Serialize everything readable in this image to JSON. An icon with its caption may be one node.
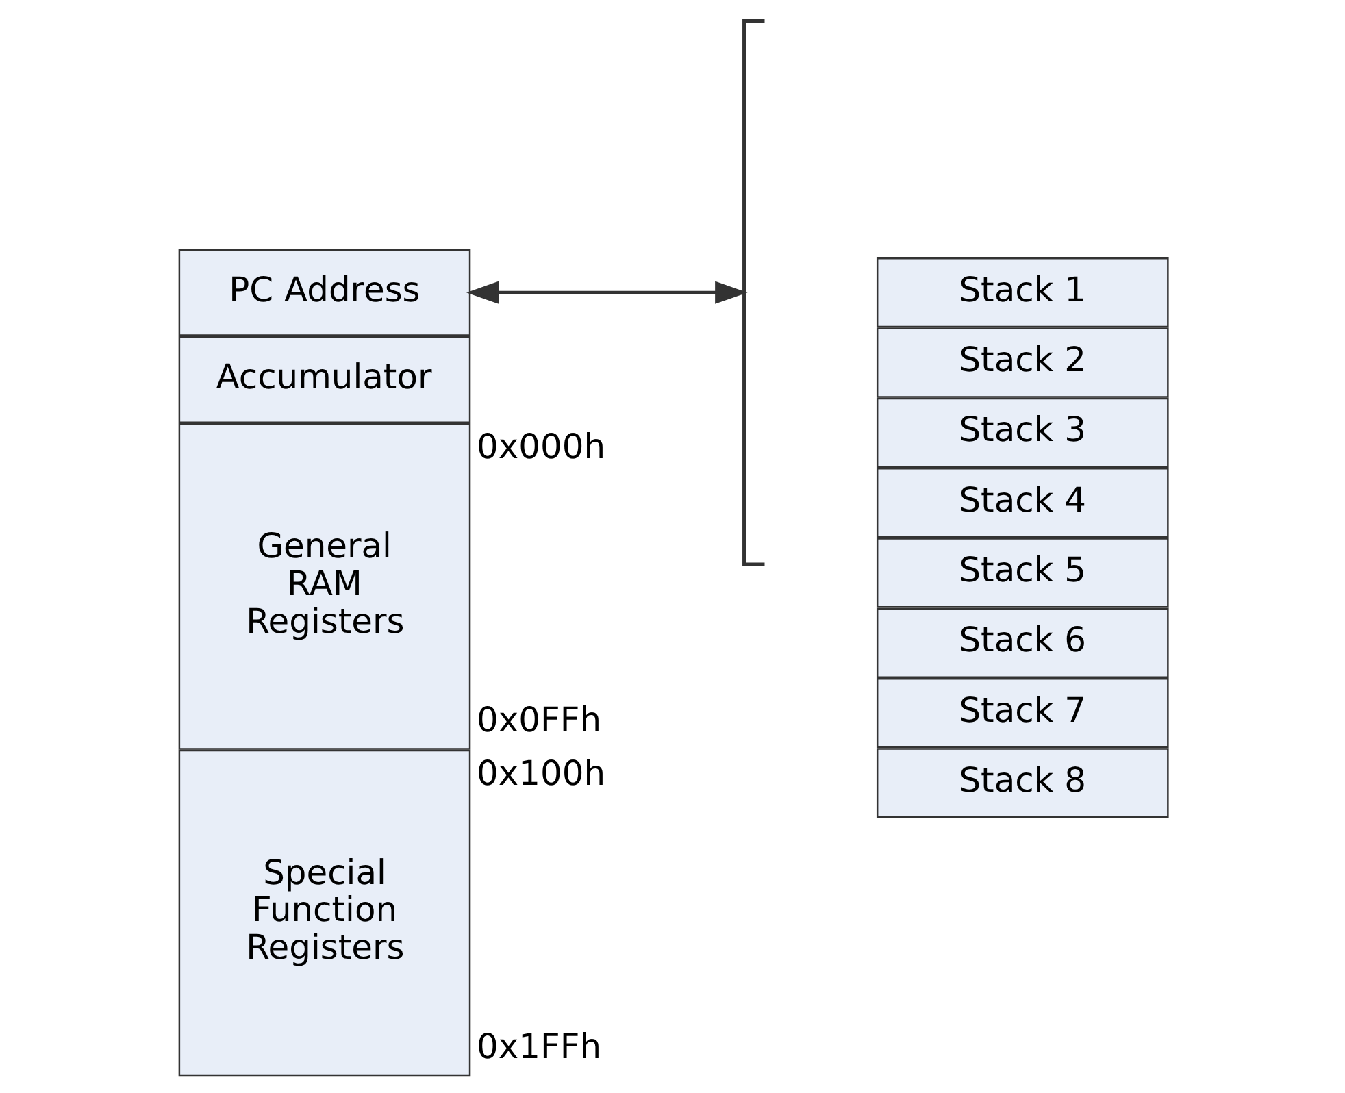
{
  "diagram": {
    "nodes": [
      {
        "text": [
          "PC Address"
        ]
      },
      {
        "text": [
          "Accumulator"
        ]
      },
      {
        "text": [
          "General RAM Registers"
        ],
        "beside": [
          "0x000h",
          "0x0FFh"
        ]
      },
      {
        "text": [
          "Special Function Registers"
        ],
        "beside": [
          "0x100h",
          "0x1FFh"
        ]
      },
      {
        "text": [],
        "shape": "brace"
      },
      {
        "text": [
          "Stack 1"
        ]
      },
      {
        "text": [
          "Stack 2"
        ]
      },
      {
        "text": [
          "Stack 3"
        ]
      },
      {
        "text": [
          "Stack 4"
        ]
      },
      {
        "text": [
          "Stack 5"
        ]
      },
      {
        "text": [
          "Stack 6"
        ]
      },
      {
        "text": [
          "Stack 7"
        ]
      },
      {
        "text": [
          "Stack 8"
        ]
      }
    ],
    "edges": [
      {
        "from": 0,
        "to": 4,
        "arrow": "both"
      }
    ]
  }
}
